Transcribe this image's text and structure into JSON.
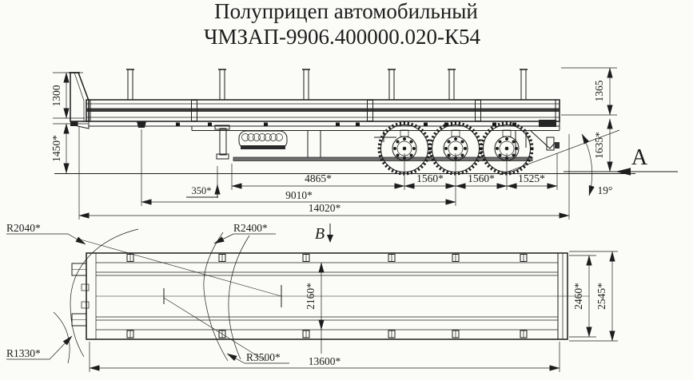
{
  "title": {
    "line1": "Полуприцеп автомобильный",
    "line2": "ЧМЗАП-9906.400000.020-К54"
  },
  "dims": {
    "d1300": "1300",
    "d1450": "1450*",
    "d1365": "1365",
    "d1635": "1635*",
    "d350": "350*",
    "d4865": "4865*",
    "d1560a": "1560*",
    "d1560b": "1560*",
    "d1525": "1525*",
    "d9010": "9010*",
    "d14020": "14020*",
    "angle": "19°",
    "viewA": "A",
    "r2040": "R2040*",
    "r2400": "R2400*",
    "r1330": "R1330*",
    "r3500": "R3500*",
    "d2160": "2160*",
    "d2460": "2460*",
    "d2545": "2545*",
    "d13600": "13600*",
    "viewB": "В"
  },
  "colors": {
    "ink": "#1d1d1d",
    "paper": "#fbfbf8"
  }
}
